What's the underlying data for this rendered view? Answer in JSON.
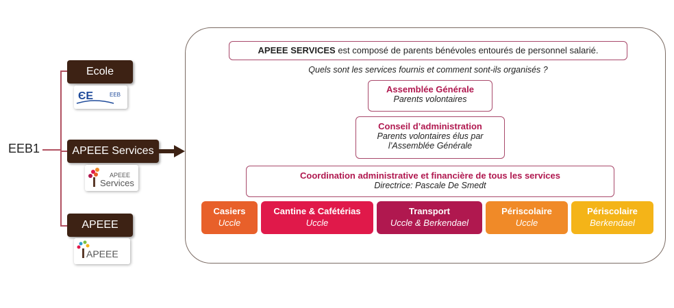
{
  "left": {
    "root": "EEB1",
    "nodes": [
      {
        "label": "Ecole",
        "logo_text": "EEB"
      },
      {
        "label": "APEEE Services",
        "logo_text": "APEEE\nServices"
      },
      {
        "label": "APEEE",
        "logo_text": "APEEE"
      }
    ]
  },
  "main": {
    "intro_bold": "APEEE SERVICES",
    "intro_rest": " est composé de parents bénévoles entourés de personnel salarié.",
    "question": "Quels sont les services fournis et comment sont-ils organisés ?",
    "assembly": {
      "title": "Assemblée Générale",
      "sub": "Parents volontaires"
    },
    "council": {
      "title": "Conseil d’administration",
      "sub1": "Parents volontaires élus par",
      "sub2": "l’Assemblée Générale"
    },
    "coordination": {
      "title": "Coordination administrative et financière de tous les services",
      "sub": "Directrice: Pascale De Smedt"
    },
    "services": [
      {
        "name": "Casiers",
        "loc": "Uccle",
        "color": "#e8602a"
      },
      {
        "name": "Cantine & Cafétérias",
        "loc": "Uccle",
        "color": "#e0194a"
      },
      {
        "name": "Transport",
        "loc": "Uccle & Berkendael",
        "color": "#b0184f"
      },
      {
        "name": "Périscolaire",
        "loc": "Uccle",
        "color": "#f08a28"
      },
      {
        "name": "Périscolaire",
        "loc": "Berkendael",
        "color": "#f4b418"
      }
    ]
  }
}
